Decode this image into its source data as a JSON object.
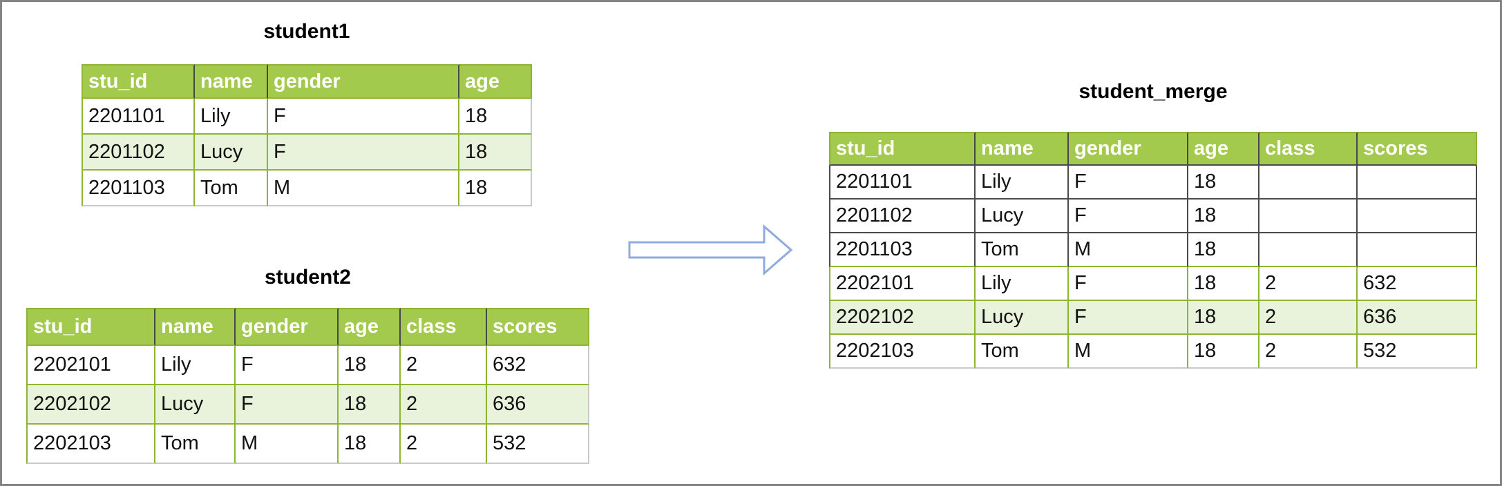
{
  "diagram": {
    "description_visible_text_only": true
  },
  "tables": {
    "student1": {
      "title": "student1",
      "columns": [
        "stu_id",
        "name",
        "gender",
        "age"
      ],
      "rows": [
        [
          "2201101",
          "Lily",
          "F",
          "18"
        ],
        [
          "2201102",
          "Lucy",
          "F",
          "18"
        ],
        [
          "2201103",
          "Tom",
          "M",
          "18"
        ]
      ],
      "highlight_rows": [
        1
      ],
      "row_border_styles": [
        "green",
        "green",
        "green"
      ]
    },
    "student2": {
      "title": "student2",
      "columns": [
        "stu_id",
        "name",
        "gender",
        "age",
        "class",
        "scores"
      ],
      "rows": [
        [
          "2202101",
          "Lily",
          "F",
          "18",
          "2",
          "632"
        ],
        [
          "2202102",
          "Lucy",
          "F",
          "18",
          "2",
          "636"
        ],
        [
          "2202103",
          "Tom",
          "M",
          "18",
          "2",
          "532"
        ]
      ],
      "highlight_rows": [
        1
      ],
      "row_border_styles": [
        "green",
        "green",
        "green"
      ]
    },
    "student_merge": {
      "title": "student_merge",
      "columns": [
        "stu_id",
        "name",
        "gender",
        "age",
        "class",
        "scores"
      ],
      "rows": [
        [
          "2201101",
          "Lily",
          "F",
          "18",
          "",
          ""
        ],
        [
          "2201102",
          "Lucy",
          "F",
          "18",
          "",
          ""
        ],
        [
          "2201103",
          "Tom",
          "M",
          "18",
          "",
          ""
        ],
        [
          "2202101",
          "Lily",
          "F",
          "18",
          "2",
          "632"
        ],
        [
          "2202102",
          "Lucy",
          "F",
          "18",
          "2",
          "636"
        ],
        [
          "2202103",
          "Tom",
          "M",
          "18",
          "2",
          "532"
        ]
      ],
      "highlight_rows": [
        4
      ],
      "row_border_styles": [
        "dark",
        "dark",
        "dark",
        "green",
        "green",
        "green"
      ]
    }
  },
  "arrow": {
    "direction": "right",
    "outline_color": "#8FAADC",
    "fill_color": "#FFFFFF"
  },
  "colors": {
    "header_green": "#A3C94D",
    "highlight_row_green": "#E9F2DA",
    "grid_green": "#8DB630",
    "grid_dark": "#4A4A4A",
    "grid_light_gray": "#C9C9C9",
    "page_border_gray": "#848484",
    "header_text": "#FFFFFF",
    "body_text": "#000000"
  }
}
